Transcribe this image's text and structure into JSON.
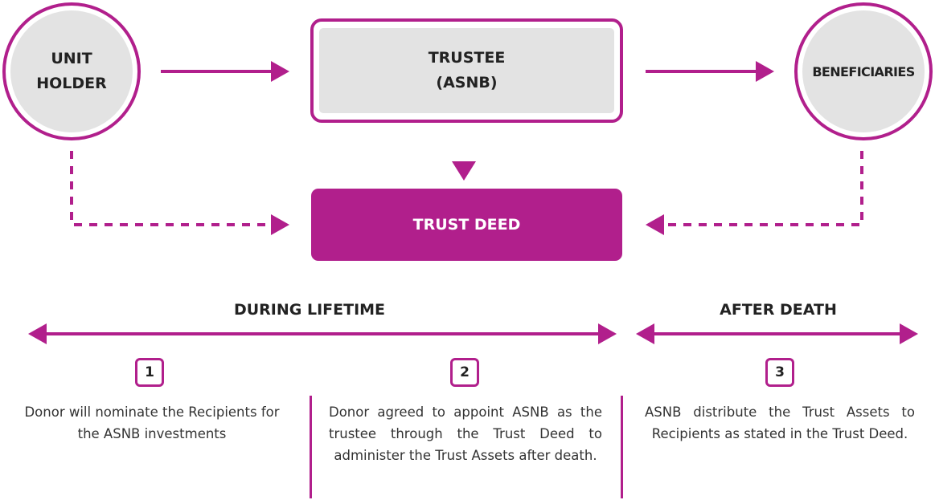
{
  "colors": {
    "accent": "#b11f8c",
    "node_fill": "#e3e3e3",
    "text": "#222222"
  },
  "nodes": {
    "unit_holder": {
      "line1": "UNIT",
      "line2": "HOLDER"
    },
    "trustee": {
      "line1": "TRUSTEE",
      "line2": "(ASNB)"
    },
    "beneficiaries": {
      "label": "BENEFICIARIES"
    },
    "trust_deed": {
      "label": "TRUST DEED"
    }
  },
  "timeline": {
    "during_lifetime": "DURING LIFETIME",
    "after_death": "AFTER DEATH"
  },
  "steps": [
    {
      "number": "1",
      "text": "Donor will nominate the Recipients for the ASNB investments"
    },
    {
      "number": "2",
      "text": "Donor agreed to appoint ASNB as the trustee through the Trust Deed to administer the Trust Assets after death."
    },
    {
      "number": "3",
      "text": "ASNB distribute the Trust Assets to Recipients as stated in the Trust Deed."
    }
  ]
}
